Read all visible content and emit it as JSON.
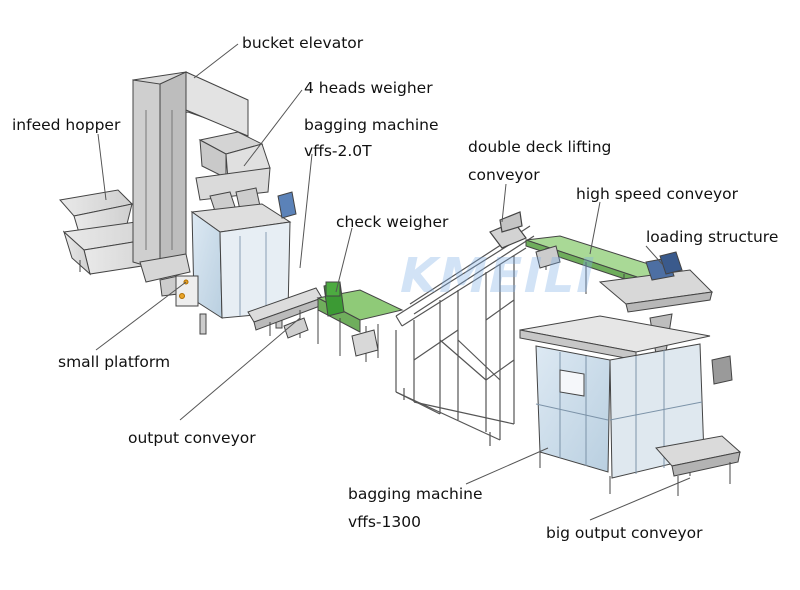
{
  "labels": {
    "bucket_elevator": "bucket elevator",
    "four_heads_weigher": "4 heads weigher",
    "infeed_hopper": "infeed hopper",
    "bagging_machine_small_line1": "bagging machine",
    "bagging_machine_small_line2": "vffs-2.0T",
    "double_deck_line1": "double deck lifting",
    "double_deck_line2": "conveyor",
    "high_speed_conveyor": "high speed conveyor",
    "check_weigher": "check weigher",
    "loading_structure": "loading structure",
    "small_platform": "small platform",
    "output_conveyor": "output conveyor",
    "bagging_machine_big_line1": "bagging machine",
    "bagging_machine_big_line2": "vffs-1300",
    "big_output_conveyor": "big output conveyor"
  },
  "watermark": "KMEILI",
  "colors": {
    "frame": "#555555",
    "machine_fill": "#f2f2f2",
    "glass": "#d7e6f2",
    "belt": "#5dbb4b",
    "conveyor_green": "#9fd389",
    "leader": "#555555"
  }
}
